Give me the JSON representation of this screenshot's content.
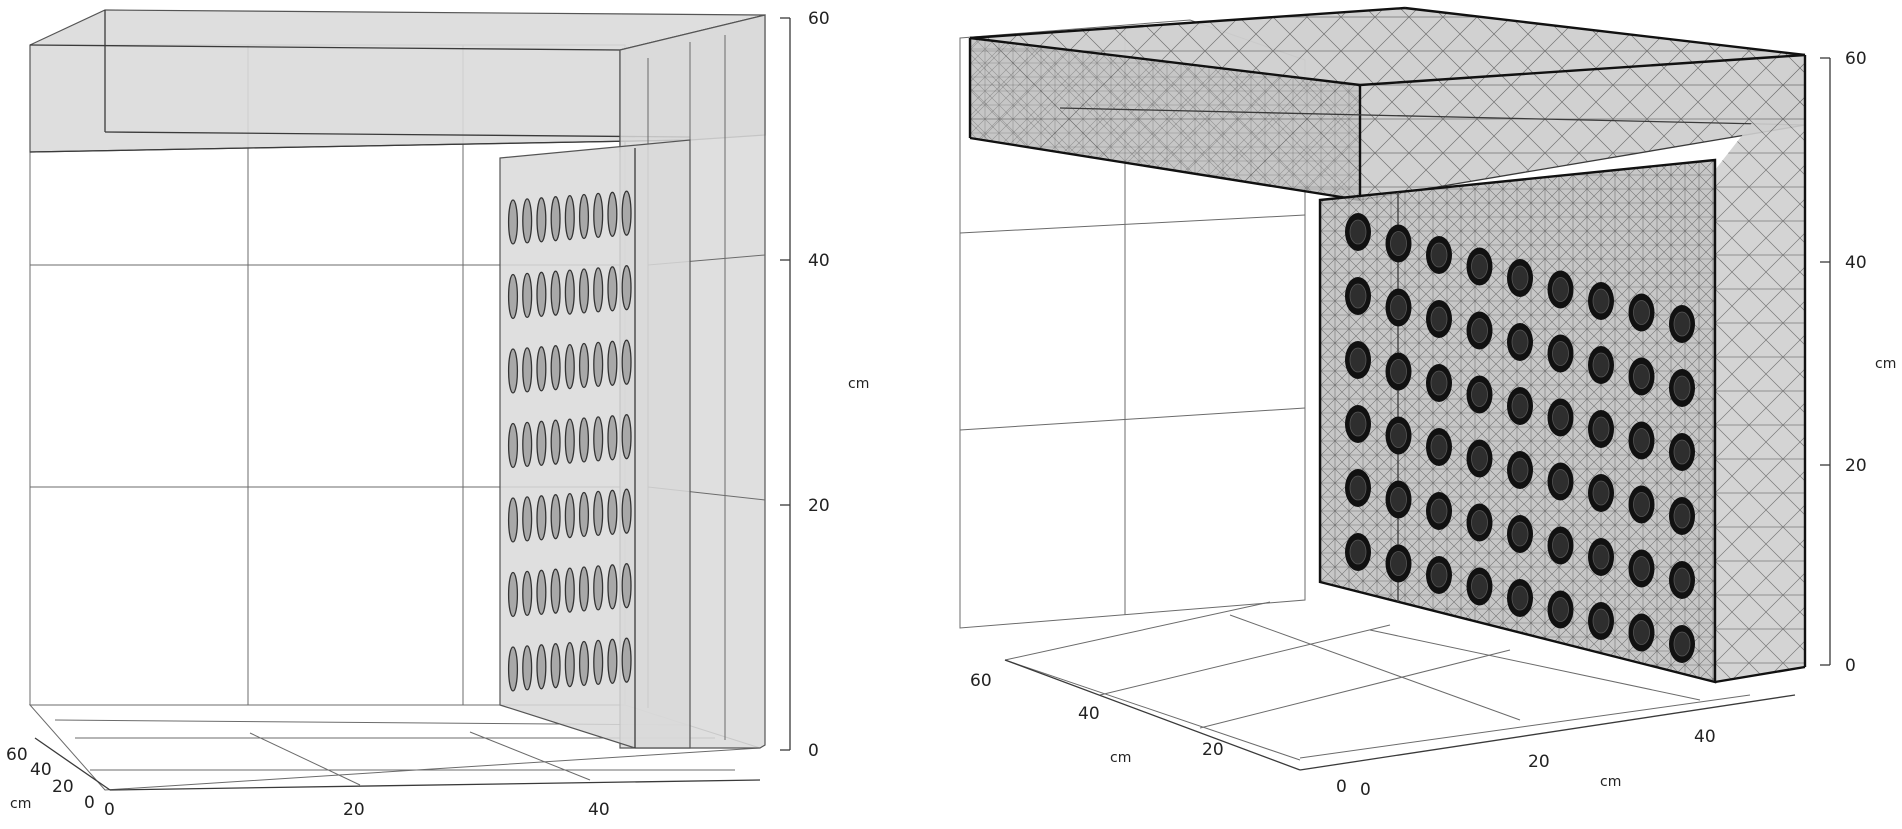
{
  "left_view": {
    "vertical_axis": {
      "ticks": [
        "60",
        "40",
        "20",
        "0"
      ],
      "unit": "cm"
    },
    "depth_axis": {
      "ticks": [
        "60",
        "40",
        "20",
        "0"
      ],
      "unit": "cm"
    },
    "width_axis": {
      "ticks": [
        "0",
        "20",
        "40"
      ]
    },
    "hole_grid": {
      "rows": 7,
      "cols": 9
    }
  },
  "right_view": {
    "vertical_axis": {
      "ticks": [
        "60",
        "40",
        "20",
        "0"
      ],
      "unit": "cm"
    },
    "depth_axis": {
      "ticks": [
        "60",
        "40",
        "20",
        "0"
      ],
      "unit": "cm"
    },
    "width_axis": {
      "ticks": [
        "0",
        "20",
        "40"
      ],
      "unit": "cm"
    },
    "hole_grid": {
      "rows": 6,
      "cols": 9
    }
  },
  "colors": {
    "geometry_fill": "#d9d9d9",
    "mesh_line": "#3a3a3a",
    "hole": "#111111"
  }
}
